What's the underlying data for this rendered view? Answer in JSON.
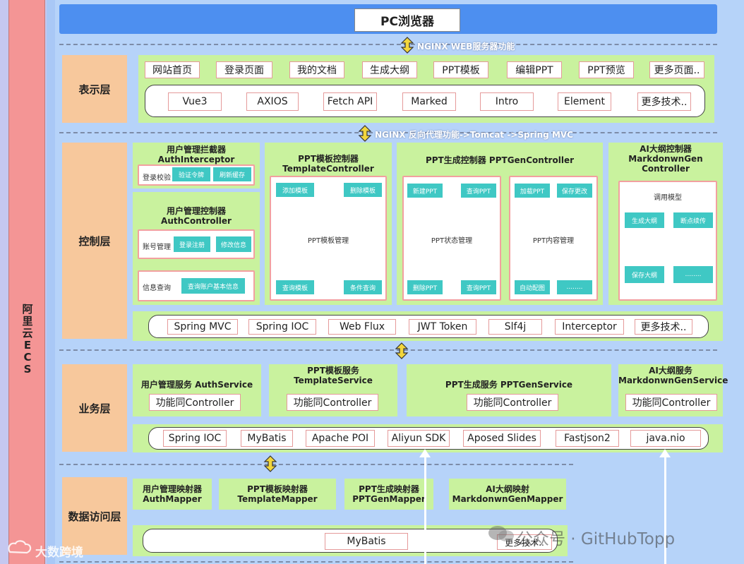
{
  "platform_label": "阿里云ECS",
  "top": {
    "browser": "PC浏览器"
  },
  "connectors": {
    "nginx_web": "NGINX  WEB服务器功能",
    "nginx_proxy": "NGINX  反向代理功能->Tomcat ->Spring MVC"
  },
  "presentation": {
    "label": "表示层",
    "pages": [
      "网站首页",
      "登录页面",
      "我的文档",
      "生成大纲",
      "PPT模板",
      "编辑PPT",
      "PPT预览",
      "更多页面.."
    ],
    "tech": [
      "Vue3",
      "AXIOS",
      "Fetch API",
      "Marked",
      "Intro",
      "Element",
      "更多技术.."
    ]
  },
  "control": {
    "label": "控制层",
    "auth_interceptor": {
      "title1": "用户管理拦截器",
      "title2": "AuthInterceptor",
      "row_label": "登录校验",
      "buttons": [
        "验证令牌",
        "刷新缓存"
      ]
    },
    "auth_controller": {
      "title1": "用户管理控制器",
      "title2": "AuthController",
      "account_label": "账号管理",
      "account_buttons": [
        "登录注册",
        "修改信息"
      ],
      "info_label": "信息查询",
      "info_button": "查询账户基本信息"
    },
    "template_controller": {
      "title1": "PPT模板控制器",
      "title2": "TemplateController",
      "buttons_top": [
        "添加模板",
        "删除模板"
      ],
      "center": "PPT模板管理",
      "buttons_bottom": [
        "查询模板",
        "条件查询"
      ]
    },
    "gen_controller": {
      "title": "PPT生成控制器 PPTGenController",
      "state": {
        "buttons_top": [
          "新建PPT",
          "查询PPT"
        ],
        "center": "PPT状态管理",
        "buttons_bottom": [
          "删除PPT",
          "查询PPT"
        ]
      },
      "content": {
        "buttons_top": [
          "加载PPT",
          "保存更改"
        ],
        "center": "PPT内容管理",
        "buttons_bottom": [
          "自动配图",
          "........"
        ]
      }
    },
    "markdown_controller": {
      "title1": "AI大纲控制器",
      "title2": "MarkdonwnGen",
      "title3": "Controller",
      "center": "调用模型",
      "buttons_mid": [
        "生成大纲",
        "断点续传"
      ],
      "buttons_bottom": [
        "保存大纲",
        "........"
      ]
    },
    "tech": [
      "Spring MVC",
      "Spring IOC",
      "Web Flux",
      "JWT Token",
      "Slf4j",
      "Interceptor",
      "更多技术.."
    ]
  },
  "business": {
    "label": "业务层",
    "services": [
      {
        "title1": "用户管理服务 AuthService",
        "title2": "",
        "tag": "功能同Controller"
      },
      {
        "title1": "PPT模板服务",
        "title2": "TemplateService",
        "tag": "功能同Controller"
      },
      {
        "title1": "PPT生成服务 PPTGenService",
        "title2": "",
        "tag": "功能同Controller"
      },
      {
        "title1": "AI大纲服务",
        "title2": "MarkdonwnGenService",
        "tag": "功能同Controller"
      }
    ],
    "tech": [
      "Spring IOC",
      "MyBatis",
      "Apache POI",
      "Aliyun SDK",
      "Aposed Slides",
      "Fastjson2",
      "java.nio"
    ]
  },
  "data_access": {
    "label": "数据访问层",
    "mappers": [
      {
        "title1": "用户管理映射器",
        "title2": "AuthMapper"
      },
      {
        "title1": "PPT模板映射器",
        "title2": "TemplateMapper"
      },
      {
        "title1": "PPT生成映射器",
        "title2": "PPTGenMapper"
      },
      {
        "title1": "AI大纲映射",
        "title2": "MarkdonwnGenMapper"
      }
    ],
    "tech": [
      "MyBatis",
      "更多技术.."
    ]
  },
  "watermarks": {
    "right": "公众号 · GitHubTopp",
    "bottom_left": "大数跨境"
  },
  "colors": {
    "layer_label": "#f7c89c",
    "panel": "#c9f29e",
    "accent_button": "#3fc8c4",
    "browser_bar": "#4d8ff0",
    "left_strip": "#f49595"
  }
}
